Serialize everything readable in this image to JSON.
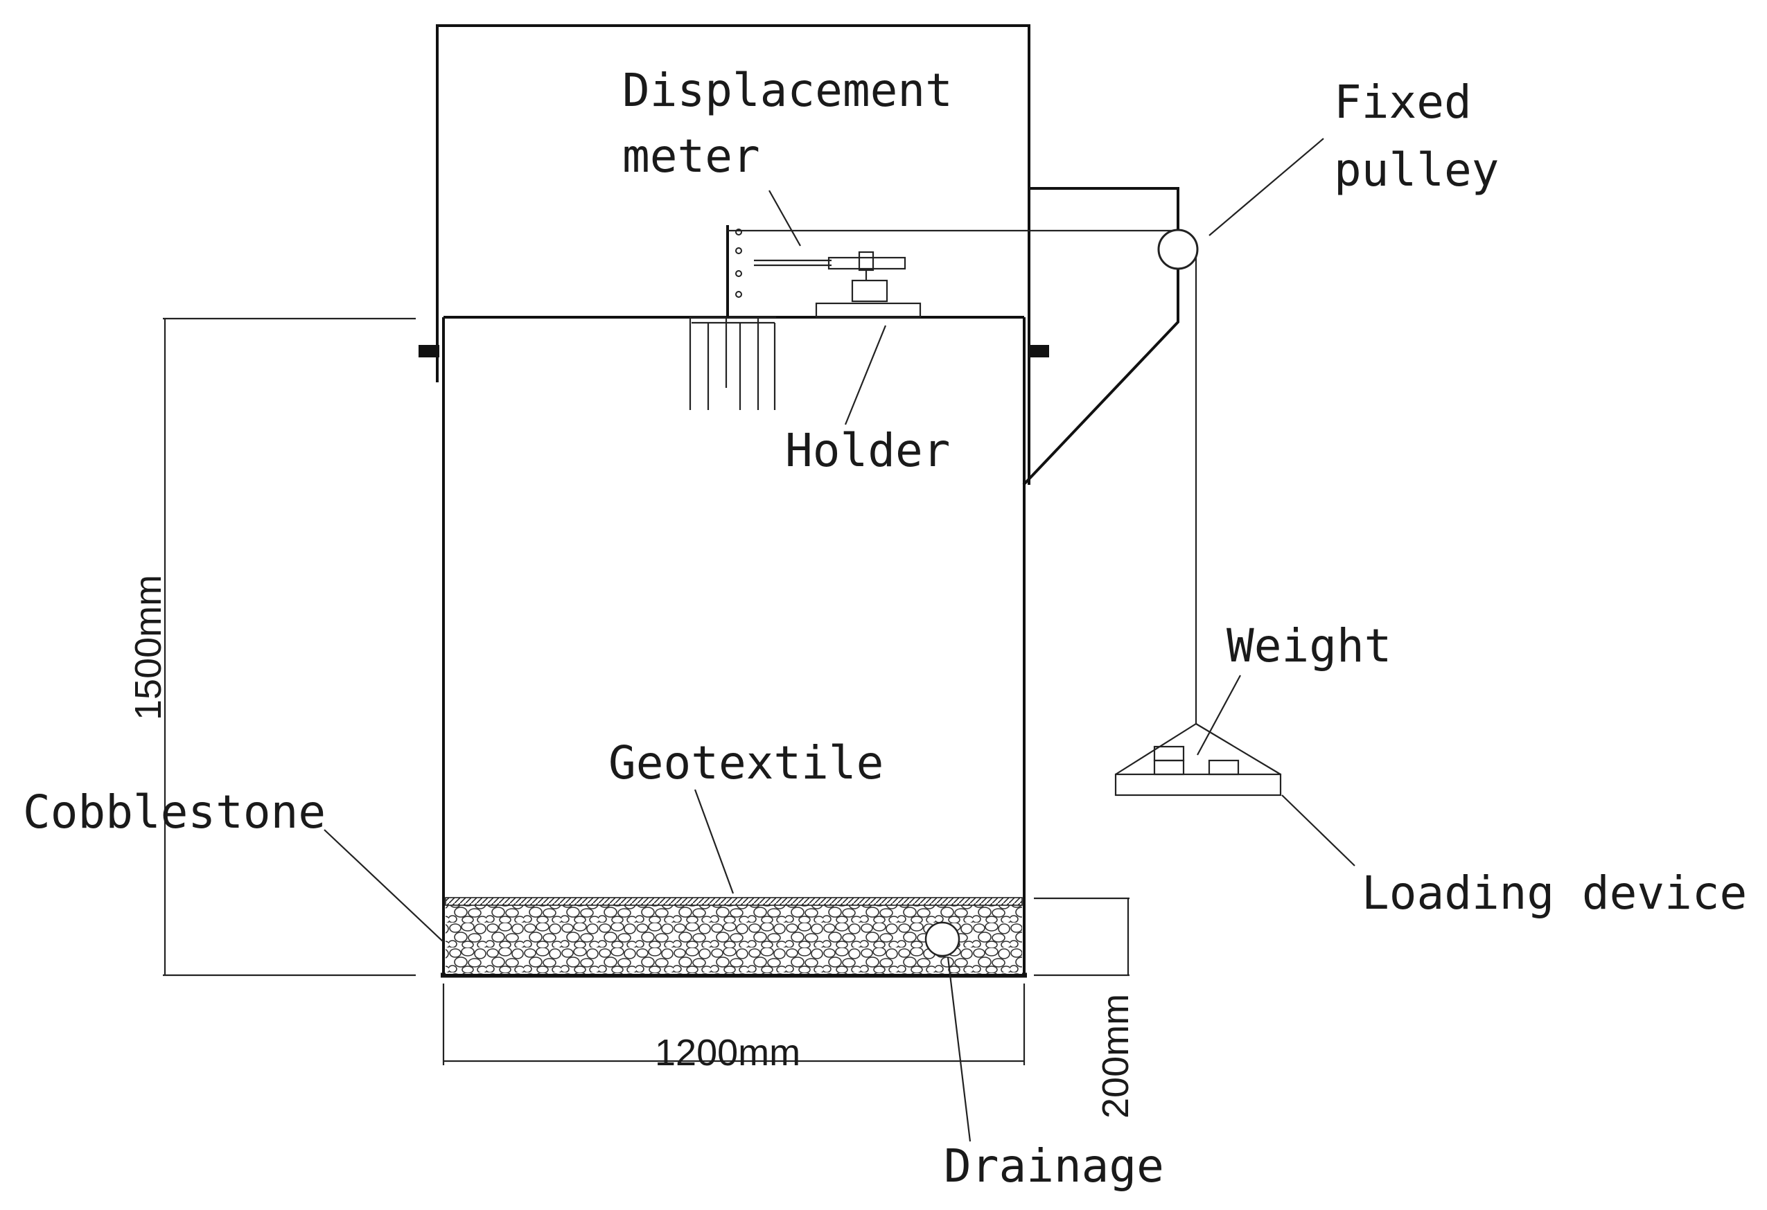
{
  "labels": {
    "displacement_meter_l1": "Displacement",
    "displacement_meter_l2": "meter",
    "fixed_pulley_l1": "Fixed",
    "fixed_pulley_l2": "pulley",
    "holder": "Holder",
    "weight": "Weight",
    "geotextile": "Geotextile",
    "cobblestone": "Cobblestone",
    "loading_device": "Loading device",
    "drainage": "Drainage"
  },
  "dimensions": {
    "height": "1500mm",
    "width": "1200mm",
    "layer": "200mm"
  }
}
